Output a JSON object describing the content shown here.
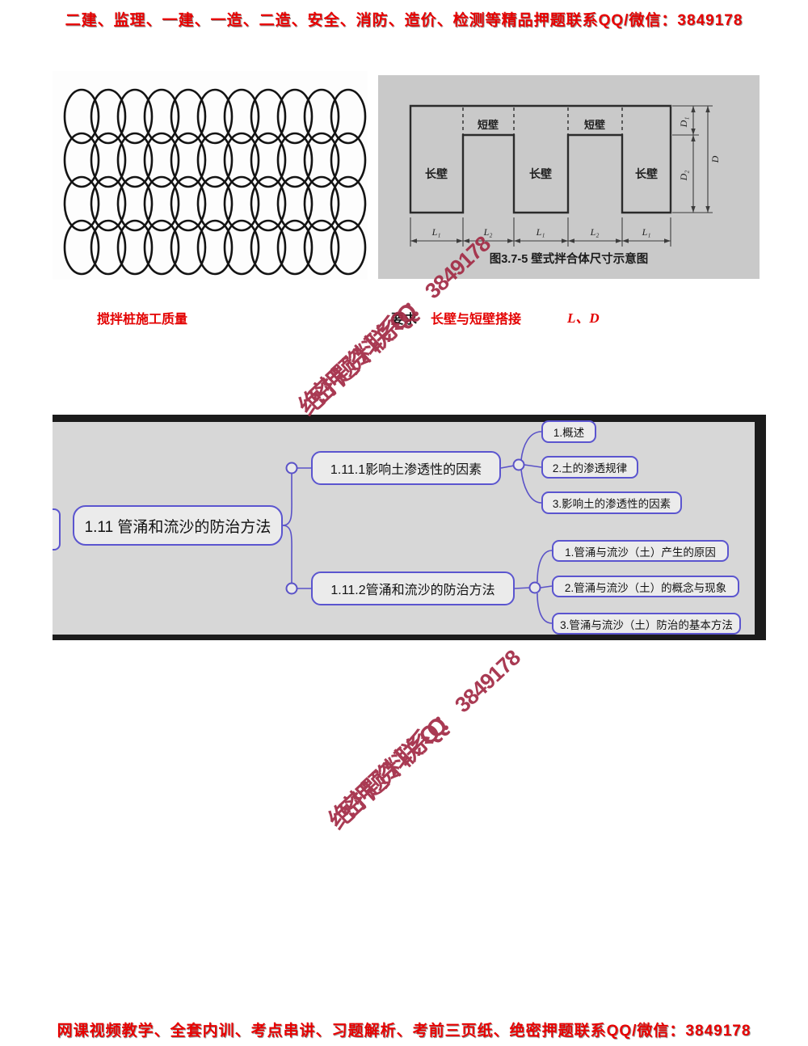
{
  "header": {
    "text": "二建、监理、一建、一造、二造、安全、消防、造价、检测等精品押题联系QQ/微信：3849178",
    "color": "#e80000"
  },
  "footer": {
    "text": "网课视频教学、全套内训、考点串讲、习题解析、考前三页纸、绝密押题联系QQ/微信：3849178"
  },
  "watermark": {
    "text_cn": "绝密押题资料联系QQ：",
    "text_num": "3849178",
    "color": "#a32c46"
  },
  "body_text": {
    "seg_red_1": "搅拌桩施工质量",
    "seg_black": "要求",
    "seg_red_2": "长壁与短壁搭接",
    "seg_formula": "L、D"
  },
  "figure_wall": {
    "caption": "图3.7-5  壁式拌合体尺寸示意图",
    "long_wall_label": "长壁",
    "short_wall_label": "短壁",
    "bottom_dims": [
      "L₁",
      "L₂",
      "L₁",
      "L₂",
      "L₁"
    ],
    "side_dims": {
      "d1": "D₁",
      "d2": "D₂",
      "d": "D"
    }
  },
  "mindmap": {
    "root": "1.11 管涌和流沙的防治方法",
    "branch1": {
      "label": "1.11.1影响土渗透性的因素",
      "children": [
        "1.概述",
        "2.土的渗透规律",
        "3.影响土的渗透性的因素"
      ]
    },
    "branch2": {
      "label": "1.11.2管涌和流沙的防治方法",
      "children": [
        "1.管涌与流沙（土）产生的原因",
        "2.管涌与流沙（土）的概念与现象",
        "3.管涌与流沙（土）防治的基本方法"
      ]
    }
  }
}
